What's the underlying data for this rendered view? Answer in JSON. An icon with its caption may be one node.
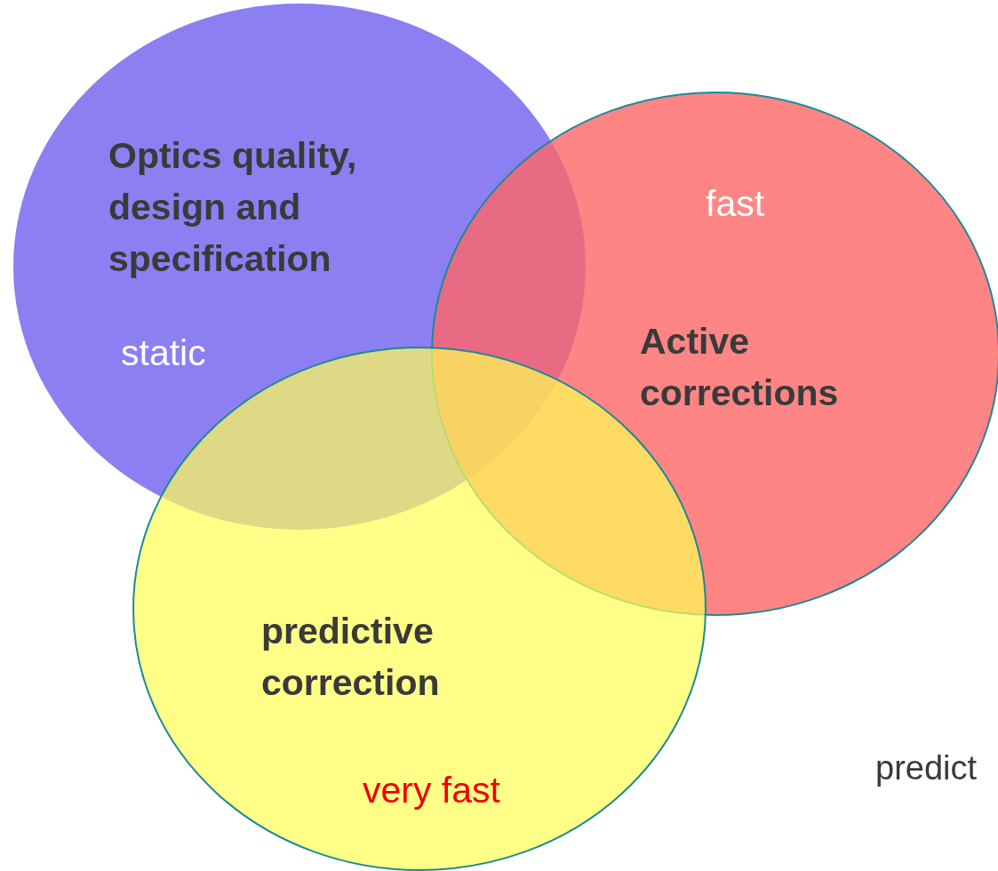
{
  "diagram": {
    "nodes": [
      {
        "text": [
          "Optics quality, design and specification",
          "static"
        ]
      },
      {
        "text": [
          "fast",
          "Active corrections"
        ]
      },
      {
        "text": [
          "predictive correction",
          "very fast"
        ]
      }
    ],
    "labels": [
      "predict"
    ]
  }
}
